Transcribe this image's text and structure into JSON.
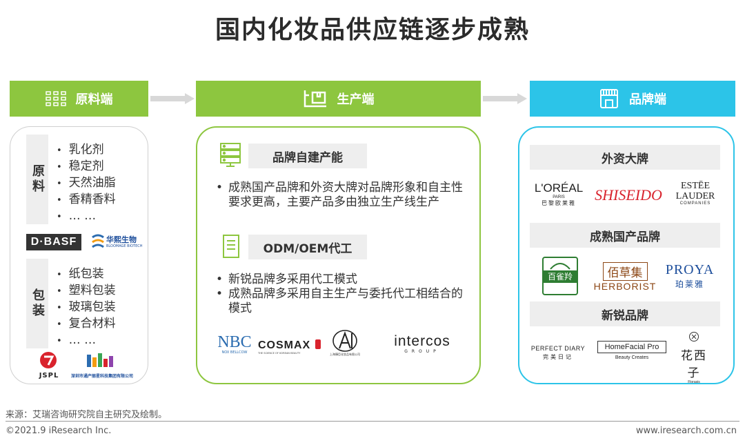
{
  "title": "国内化妆品供应链逐步成熟",
  "headers": {
    "raw": "原料端",
    "production": "生产端",
    "brand": "品牌端"
  },
  "left": {
    "cat1": "原料",
    "cat1_items": [
      "乳化剂",
      "稳定剂",
      "天然油脂",
      "香精香料",
      "… …"
    ],
    "cat2": "包装",
    "cat2_items": [
      "纸包装",
      "塑料包装",
      "玻璃包装",
      "复合材料",
      "… …"
    ],
    "logos": {
      "basf": "D·BASF",
      "bloomage": "华熙生物",
      "bloomage_sub": "BLOOMAGE BIOTECH",
      "jspl": "JSPL",
      "tongchan": "深圳市通产丽星科技集团有限公司"
    }
  },
  "middle": {
    "section1_title": "品牌自建产能",
    "section1_text": "成熟国产品牌和外资大牌对品牌形象和自主性要求更高，主要产品多由独立生产线生产",
    "section2_title": "ODM/OEM代工",
    "section2_items": [
      "新锐品牌多采用代工模式",
      "成熟品牌多采用自主生产与委托代工相结合的模式"
    ],
    "logos": {
      "nbc": "NBC",
      "nbc_sub": "NOX BELLCOW",
      "cosmax": "COSMAX",
      "cosmax_sub": "THE SCIENCE OF KOREAN BEAUTY",
      "ah_sub": "上海臻臣化妆品有限公司",
      "intercos": "intercos",
      "intercos_sub": "GROUP"
    }
  },
  "right": {
    "foreign_title": "外资大牌",
    "domestic_title": "成熟国产品牌",
    "emerging_title": "新锐品牌",
    "logos": {
      "loreal": "L'ORÉAL",
      "loreal_sub": "PARIS",
      "loreal_cn": "巴黎欧莱雅",
      "shiseido": "SHISEIDO",
      "estee1": "ESTĒE",
      "estee2": "LAUDER",
      "estee3": "COMPANIES",
      "pechoin": "百雀羚",
      "herborist_cn": "佰草集",
      "herborist": "HERBORIST",
      "proya": "PROYA",
      "proya_cn": "珀莱雅",
      "perfect_diary": "PERFECT DIARY",
      "perfect_diary_cn": "完美日记",
      "homefacial": "HomeFacial Pro",
      "homefacial_sub": "Beauty Creates",
      "florasis": "花西子",
      "florasis_sub": "Florasis"
    }
  },
  "footer": {
    "source": "来源：艾瑞咨询研究院自主研究及绘制。",
    "copyright": "©2021.9 iResearch Inc.",
    "website": "www.iresearch.com.cn"
  },
  "colors": {
    "green": "#8dc63f",
    "blue": "#2cc4e8",
    "gray_box": "#eeeeee"
  }
}
